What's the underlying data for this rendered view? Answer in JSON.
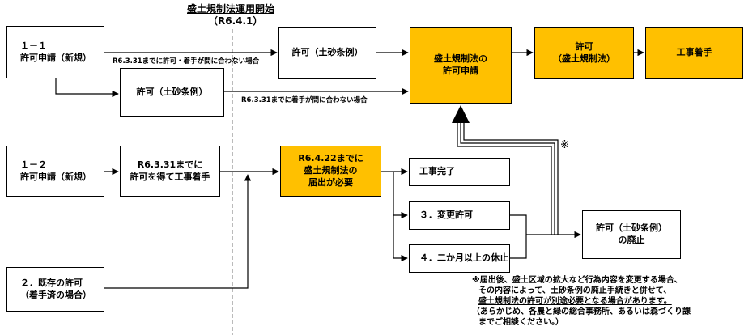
{
  "header": {
    "title": "盛土規制法運用開始",
    "date": "（R6.4.1）"
  },
  "boxes": {
    "b11": [
      "１－１",
      "許可申請（新規）"
    ],
    "b12": [
      "１－２",
      "許可申請（新規）"
    ],
    "b2": [
      "２．既存の許可",
      "（着手済の場合）"
    ],
    "permit_top": "許可（土砂条例）",
    "permit_mid": "許可（土砂条例）",
    "before331": [
      "R6.3.31までに",
      "許可を得て工事着手"
    ],
    "moritsuchi_app": [
      "盛土規制法の",
      "許可申請"
    ],
    "moritsuchi_permit": [
      "許可",
      "（盛土規制法）"
    ],
    "construction_start": "工事着手",
    "notify": [
      "R6.4.22までに",
      "盛土規制法の",
      "届出が必要"
    ],
    "complete": "工事完了",
    "change": "３．変更許可",
    "suspend": "４．二か月以上の休止",
    "abolish": [
      "許可（土砂条例）",
      "の廃止"
    ]
  },
  "labels": {
    "line1": "R6.3.31までに許可・着手が間に合わない場合",
    "line2": "R6.3.31までに着手が間に合わない場合",
    "mark": "※"
  },
  "note": {
    "line1": "※届出後、盛土区域の拡大など行為内容を変更する場合、",
    "line2": "その内容によって、土砂条例の廃止手続きと併せて、",
    "line3": "盛土規制法の許可が別途必要となる場合があります。",
    "line4": "（あらかじめ、各農と緑の総合事務所、あるいは森づくり課",
    "line5": "までご相談ください。）"
  },
  "colors": {
    "highlight": "#FFC000",
    "line": "#000000"
  }
}
